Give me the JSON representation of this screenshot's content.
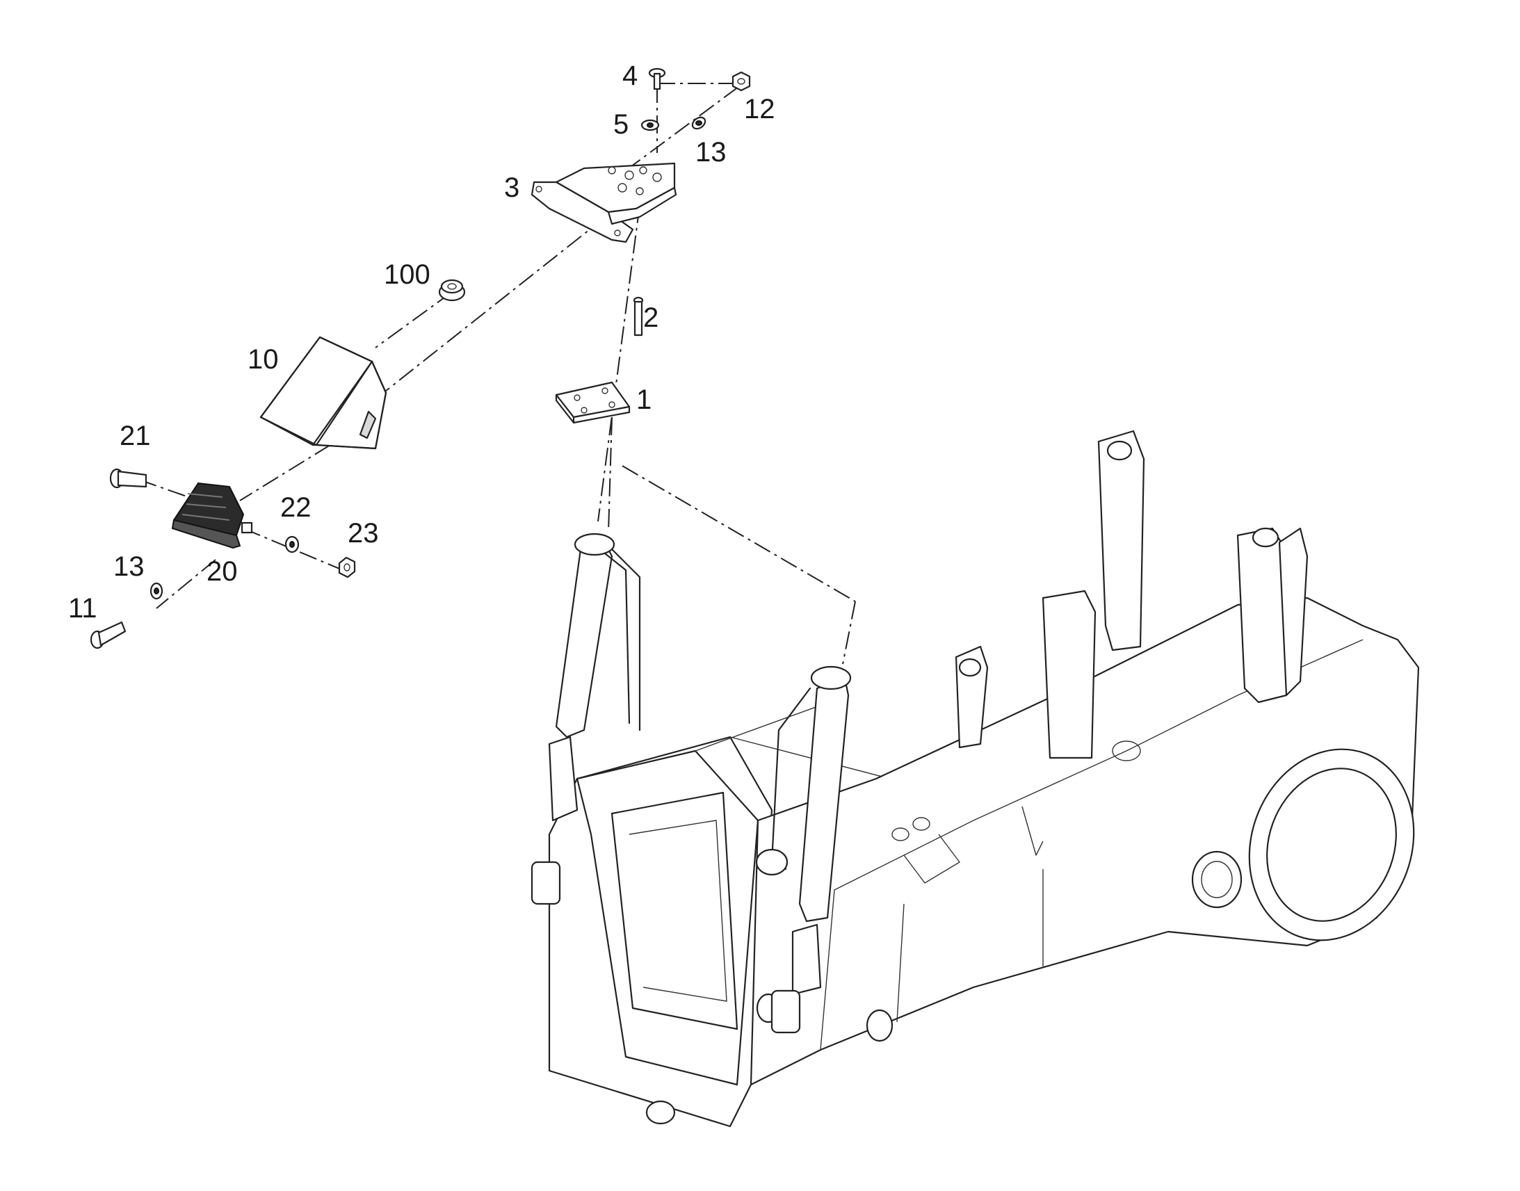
{
  "diagram": {
    "callouts": [
      {
        "id": "c4",
        "label": "4"
      },
      {
        "id": "c12",
        "label": "12"
      },
      {
        "id": "c5",
        "label": "5"
      },
      {
        "id": "c13a",
        "label": "13"
      },
      {
        "id": "c3",
        "label": "3"
      },
      {
        "id": "c100",
        "label": "100"
      },
      {
        "id": "c2",
        "label": "2"
      },
      {
        "id": "c10",
        "label": "10"
      },
      {
        "id": "c1",
        "label": "1"
      },
      {
        "id": "c21",
        "label": "21"
      },
      {
        "id": "c22",
        "label": "22"
      },
      {
        "id": "c23",
        "label": "23"
      },
      {
        "id": "c13b",
        "label": "13"
      },
      {
        "id": "c20",
        "label": "20"
      },
      {
        "id": "c11",
        "label": "11"
      }
    ]
  }
}
